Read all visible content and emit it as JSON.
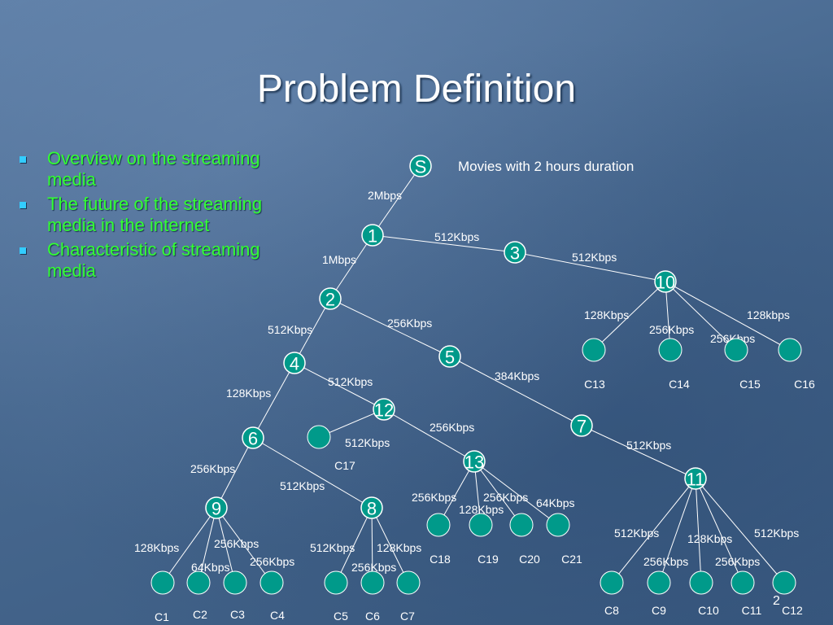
{
  "title": "Problem Definition",
  "bullets": [
    "Overview on the streaming media",
    "The future of the streaming media in the internet",
    "Characteristic of streaming media"
  ],
  "note": "Movies with 2 hours duration",
  "page_number": "2",
  "nodes": [
    {
      "id": "S",
      "label": "S"
    },
    {
      "id": "1",
      "label": "1"
    },
    {
      "id": "2",
      "label": "2"
    },
    {
      "id": "3",
      "label": "3"
    },
    {
      "id": "4",
      "label": "4"
    },
    {
      "id": "5",
      "label": "5"
    },
    {
      "id": "6",
      "label": "6"
    },
    {
      "id": "7",
      "label": "7"
    },
    {
      "id": "8",
      "label": "8"
    },
    {
      "id": "9",
      "label": "9"
    },
    {
      "id": "10",
      "label": "10"
    },
    {
      "id": "11",
      "label": "11"
    },
    {
      "id": "12",
      "label": "12"
    },
    {
      "id": "13",
      "label": "13"
    }
  ],
  "clients": [
    "C1",
    "C2",
    "C3",
    "C4",
    "C5",
    "C6",
    "C7",
    "C8",
    "C9",
    "C10",
    "C11",
    "C12",
    "C13",
    "C14",
    "C15",
    "C16",
    "C17",
    "C18",
    "C19",
    "C20",
    "C21"
  ],
  "edges": [
    {
      "from": "S",
      "to": "1",
      "bandwidth": "2Mbps"
    },
    {
      "from": "1",
      "to": "3",
      "bandwidth": "512Kbps"
    },
    {
      "from": "1",
      "to": "2",
      "bandwidth": "1Mbps"
    },
    {
      "from": "3",
      "to": "10",
      "bandwidth": "512Kbps"
    },
    {
      "from": "10",
      "to": "C13",
      "bandwidth": "128Kbps"
    },
    {
      "from": "10",
      "to": "C14",
      "bandwidth": "256Kbps"
    },
    {
      "from": "10",
      "to": "C15",
      "bandwidth": "256Kbps"
    },
    {
      "from": "10",
      "to": "C16",
      "bandwidth": "128kbps"
    },
    {
      "from": "2",
      "to": "4",
      "bandwidth": "512Kbps"
    },
    {
      "from": "2",
      "to": "5",
      "bandwidth": "256Kbps"
    },
    {
      "from": "5",
      "to": "7",
      "bandwidth": "384Kbps"
    },
    {
      "from": "7",
      "to": "11",
      "bandwidth": "512Kbps"
    },
    {
      "from": "4",
      "to": "12",
      "bandwidth": "512Kbps"
    },
    {
      "from": "4",
      "to": "6",
      "bandwidth": "128Kbps"
    },
    {
      "from": "12",
      "to": "C17",
      "bandwidth": "512Kbps"
    },
    {
      "from": "12",
      "to": "13",
      "bandwidth": "256Kbps"
    },
    {
      "from": "13",
      "to": "C18",
      "bandwidth": "256Kbps"
    },
    {
      "from": "13",
      "to": "C19",
      "bandwidth": "128Kbps"
    },
    {
      "from": "13",
      "to": "C20",
      "bandwidth": "256Kbps"
    },
    {
      "from": "13",
      "to": "C21",
      "bandwidth": "64Kbps"
    },
    {
      "from": "6",
      "to": "9",
      "bandwidth": "256Kbps"
    },
    {
      "from": "6",
      "to": "8",
      "bandwidth": "512Kbps"
    },
    {
      "from": "9",
      "to": "C1",
      "bandwidth": "128Kbps"
    },
    {
      "from": "9",
      "to": "C2",
      "bandwidth": "64Kbps"
    },
    {
      "from": "9",
      "to": "C3",
      "bandwidth": "256Kbps"
    },
    {
      "from": "9",
      "to": "C4",
      "bandwidth": "256Kbps"
    },
    {
      "from": "8",
      "to": "C5",
      "bandwidth": "512Kbps"
    },
    {
      "from": "8",
      "to": "C6",
      "bandwidth": "256Kbps"
    },
    {
      "from": "8",
      "to": "C7",
      "bandwidth": "128Kbps"
    },
    {
      "from": "11",
      "to": "C8",
      "bandwidth": "512Kbps"
    },
    {
      "from": "11",
      "to": "C9",
      "bandwidth": "256Kbps"
    },
    {
      "from": "11",
      "to": "C10",
      "bandwidth": "128Kbps"
    },
    {
      "from": "11",
      "to": "C11",
      "bandwidth": "256Kbps"
    },
    {
      "from": "11",
      "to": "C12",
      "bandwidth": "512Kbps"
    }
  ],
  "colors": {
    "bullet_text": "#33ff33",
    "bullet_marker": "#33ccff",
    "node_fill": "#009a8a",
    "line": "#ffffff"
  }
}
